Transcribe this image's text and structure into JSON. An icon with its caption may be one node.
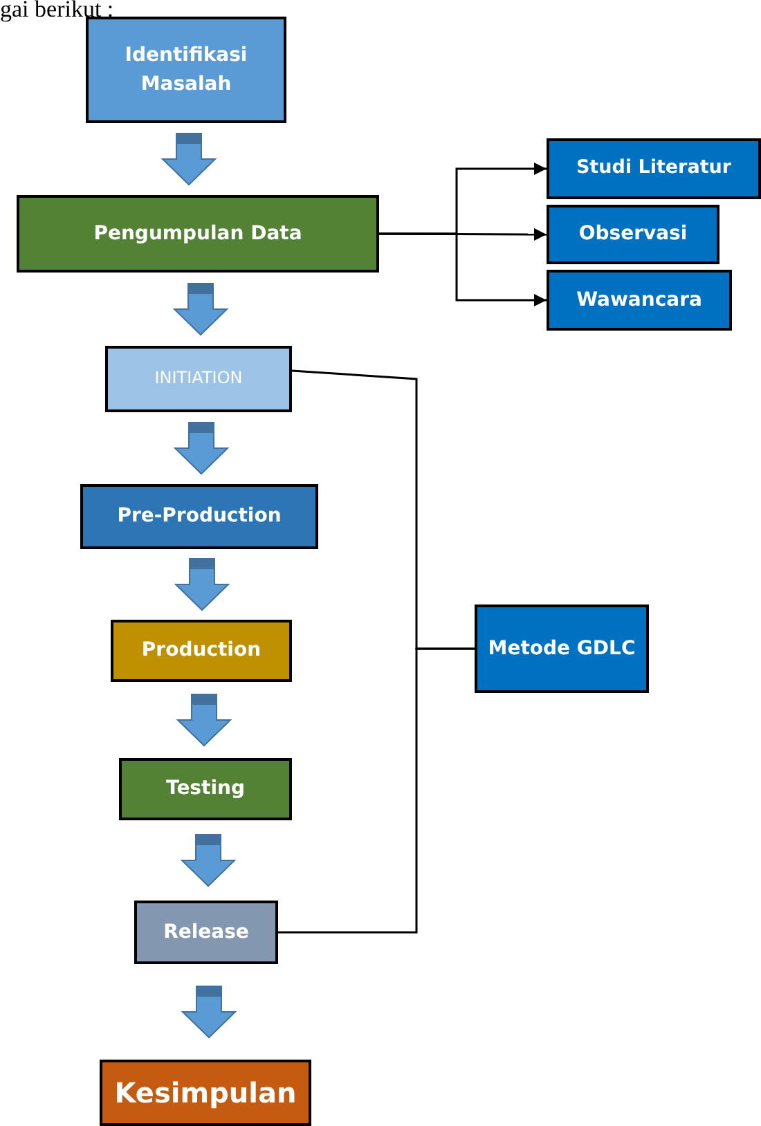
{
  "diagram": {
    "nodes": [
      {
        "text": [
          "Identifikasi Masalah"
        ]
      },
      {
        "text": [
          "Pengumpulan Data"
        ]
      },
      {
        "text": [
          "Studi Literatur"
        ]
      },
      {
        "text": [
          "Observasi"
        ]
      },
      {
        "text": [
          "Wawancara"
        ]
      },
      {
        "text": [
          "INITIATION"
        ]
      },
      {
        "text": [
          "Pre-Production"
        ]
      },
      {
        "text": [
          "Production"
        ]
      },
      {
        "text": [
          "Testing"
        ]
      },
      {
        "text": [
          "Release"
        ]
      },
      {
        "text": [
          "Kesimpulan"
        ]
      },
      {
        "text": [
          "Metode GDLC"
        ]
      }
    ],
    "edges": [
      {
        "from": 0,
        "to": 1,
        "arrow": "to",
        "style": "thick"
      },
      {
        "from": 1,
        "to": 2,
        "arrow": "to"
      },
      {
        "from": 1,
        "to": 3,
        "arrow": "to"
      },
      {
        "from": 1,
        "to": 4,
        "arrow": "to"
      },
      {
        "from": 1,
        "to": 5,
        "arrow": "to",
        "style": "thick"
      },
      {
        "from": 5,
        "to": 6,
        "arrow": "to",
        "style": "thick"
      },
      {
        "from": 6,
        "to": 7,
        "arrow": "to",
        "style": "thick"
      },
      {
        "from": 7,
        "to": 8,
        "arrow": "to",
        "style": "thick"
      },
      {
        "from": 8,
        "to": 9,
        "arrow": "to",
        "style": "thick"
      },
      {
        "from": 9,
        "to": 10,
        "arrow": "to",
        "style": "thick"
      },
      {
        "from": 5,
        "to": 11,
        "arrow": "none"
      },
      {
        "from": 9,
        "to": 11,
        "arrow": "none"
      }
    ],
    "labels": [
      "gai berikut :"
    ]
  }
}
